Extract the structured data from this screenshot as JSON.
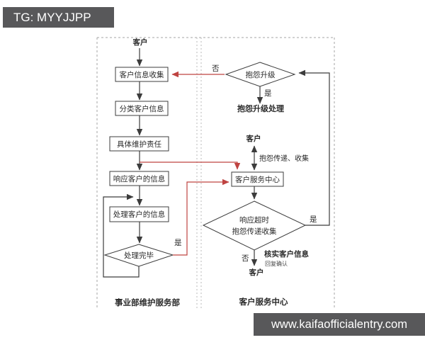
{
  "banners": {
    "telegram": "TG: MYYJJPP",
    "website": "www.kaifaofficialentry.com"
  },
  "flowchart": {
    "lane_left": {
      "title": "事业部维护服务部",
      "start_terminal": "客户",
      "steps": [
        "客户信息收集",
        "分类客户信息",
        "具体维护责任",
        "响应客户的信息",
        "处理客户的信息"
      ],
      "decision": "处理完毕",
      "decision_yes": "是"
    },
    "lane_right": {
      "title": "客户服务中心",
      "decision_escalation": "抱怨升级",
      "escalation_no": "否",
      "escalation_yes": "是",
      "escalation_process": "抱怨升级处理",
      "customer_top": "客户",
      "transfer_label": "抱怨传递、收集",
      "service_center_box": "客户服务中心",
      "decision_timeout_line1": "响应超时",
      "decision_timeout_line2": "抱怨传递收集",
      "timeout_yes": "是",
      "timeout_no": "否",
      "verify_label": "核实客户信息",
      "verify_note": "回复确认",
      "customer_bottom": "客户"
    }
  },
  "colors": {
    "line": "#3c3c3c",
    "red": "#bf4341",
    "dashed": "#a5a5a5",
    "banner": "#58585a"
  }
}
